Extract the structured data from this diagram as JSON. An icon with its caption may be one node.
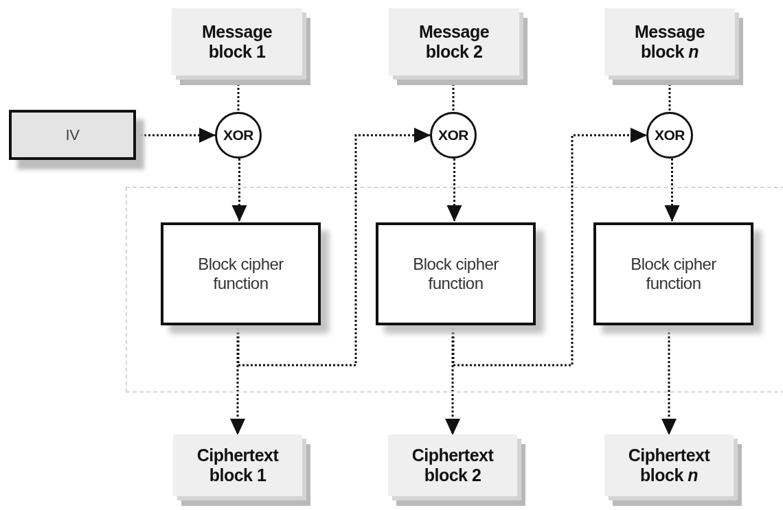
{
  "diagram": {
    "nodes": [
      {
        "text": [
          "Message block 1"
        ]
      },
      {
        "text": [
          "Message block 2"
        ]
      },
      {
        "text": [
          "Message block *n*"
        ]
      },
      {
        "text": [
          "IV"
        ]
      },
      {
        "text": [
          "XOR"
        ]
      },
      {
        "text": [
          "XOR"
        ]
      },
      {
        "text": [
          "XOR"
        ]
      },
      {
        "text": [],
        "shape": "box"
      },
      {
        "text": [
          "Block cipher function"
        ],
        "in": 7
      },
      {
        "text": [
          "Block cipher function"
        ],
        "in": 7
      },
      {
        "text": [
          "Block cipher function"
        ],
        "in": 7
      },
      {
        "text": [
          "Ciphertext block 1"
        ]
      },
      {
        "text": [
          "Ciphertext block 2"
        ]
      },
      {
        "text": [
          "Ciphertext block *n*"
        ]
      }
    ],
    "edges": [
      {
        "from": 0,
        "to": 4,
        "arrow": "none"
      },
      {
        "from": 3,
        "to": 4,
        "arrow": "to"
      },
      {
        "from": 4,
        "to": 8,
        "arrow": "to"
      },
      {
        "from": 1,
        "to": 5,
        "arrow": "none"
      },
      {
        "from": 8,
        "to": 5,
        "arrow": "to"
      },
      {
        "from": 5,
        "to": 9,
        "arrow": "to"
      },
      {
        "from": 2,
        "to": 6,
        "arrow": "none"
      },
      {
        "from": 9,
        "to": 6,
        "arrow": "to"
      },
      {
        "from": 6,
        "to": 10,
        "arrow": "to"
      },
      {
        "from": 8,
        "to": 11,
        "arrow": "to"
      },
      {
        "from": 9,
        "to": 12,
        "arrow": "to"
      },
      {
        "from": 10,
        "to": 13,
        "arrow": "to"
      }
    ]
  }
}
